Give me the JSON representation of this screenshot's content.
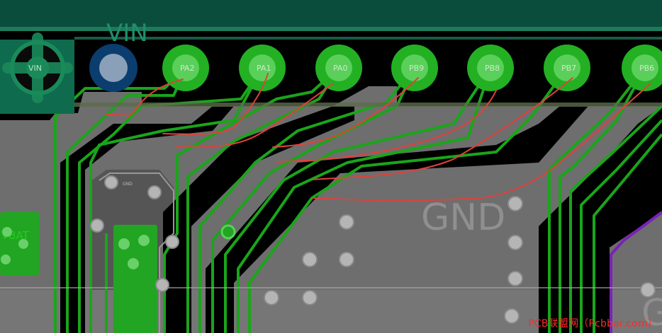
{
  "pads": [
    {
      "id": "vin",
      "label": "VIN",
      "kind": "square-pad"
    },
    {
      "id": "blank",
      "label": "",
      "kind": "blue-pad"
    },
    {
      "id": "pa2",
      "label": "PA2",
      "kind": "round-pad"
    },
    {
      "id": "pa1",
      "label": "PA1",
      "kind": "round-pad"
    },
    {
      "id": "pa0",
      "label": "PA0",
      "kind": "round-pad"
    },
    {
      "id": "pb9",
      "label": "PB9",
      "kind": "round-pad"
    },
    {
      "id": "pb8",
      "label": "PB8",
      "kind": "round-pad"
    },
    {
      "id": "pb7",
      "label": "PB7",
      "kind": "round-pad"
    },
    {
      "id": "pb6",
      "label": "PB6",
      "kind": "round-pad"
    }
  ],
  "silkscreen": {
    "vin_top": "VIN",
    "gnd": "GND",
    "vbat": "VBAT",
    "gnd_small": "GND",
    "partial_right": "G"
  },
  "colors": {
    "board_top": "#0b4d3c",
    "copper_gray": "#6e6e6e",
    "trace_green": "#1aa51a",
    "pad_green": "#23b023",
    "annotation_red": "#e0413a",
    "via_blue": "#0b3d6e",
    "purple_trace": "#7a22b8"
  },
  "watermark": "PCB联盟网（Pcbbar.com）"
}
